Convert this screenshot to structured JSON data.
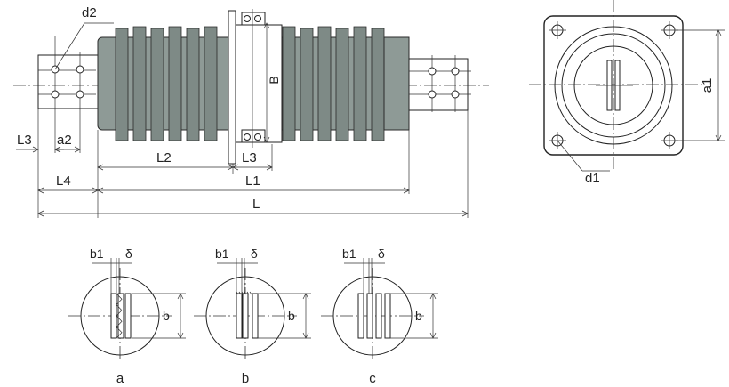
{
  "labels": {
    "d2": "d2",
    "d1": "d1",
    "B": "B",
    "a1": "a1",
    "a2": "a2",
    "L": "L",
    "L1": "L1",
    "L2": "L2",
    "L3_left": "L3",
    "L3_center": "L3",
    "L4": "L4",
    "b1": "b1",
    "delta": "δ",
    "b": "b"
  },
  "variants": [
    {
      "caption": "a",
      "b1": "b1",
      "delta": "δ",
      "b": "b"
    },
    {
      "caption": "b",
      "b1": "b1",
      "delta": "δ",
      "b": "b"
    },
    {
      "caption": "c",
      "b1": "b1",
      "delta": "δ",
      "b": "b"
    }
  ]
}
